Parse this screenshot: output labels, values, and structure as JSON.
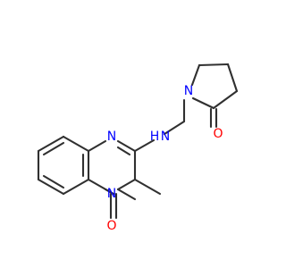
{
  "molecule": {
    "atoms": [
      {
        "id": "n1",
        "label": "N",
        "color": "#0000ff"
      },
      {
        "id": "n3",
        "label": "N",
        "color": "#0000ff"
      },
      {
        "id": "nh_n",
        "label": "N",
        "color": "#0000ff"
      },
      {
        "id": "nh_h",
        "label": "H",
        "color": "#0000ff"
      },
      {
        "id": "n_pyr",
        "label": "N",
        "color": "#0000ff"
      },
      {
        "id": "o_pyr",
        "label": "O",
        "color": "#ff0000"
      },
      {
        "id": "o_q",
        "label": "O",
        "color": "#ff0000"
      }
    ]
  },
  "colors": {
    "bond": "#303030",
    "nitrogen": "#0000ff",
    "oxygen": "#ff0000",
    "background": "#ffffff"
  }
}
